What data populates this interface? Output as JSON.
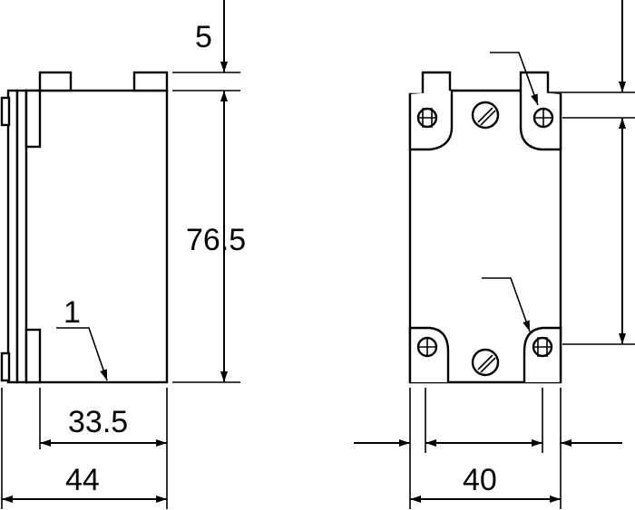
{
  "dimensions": {
    "top_offset": "5",
    "body_height": "76.5",
    "callout_number": "1",
    "inner_width": "33.5",
    "overall_width": "44",
    "hole_spacing": "40"
  }
}
